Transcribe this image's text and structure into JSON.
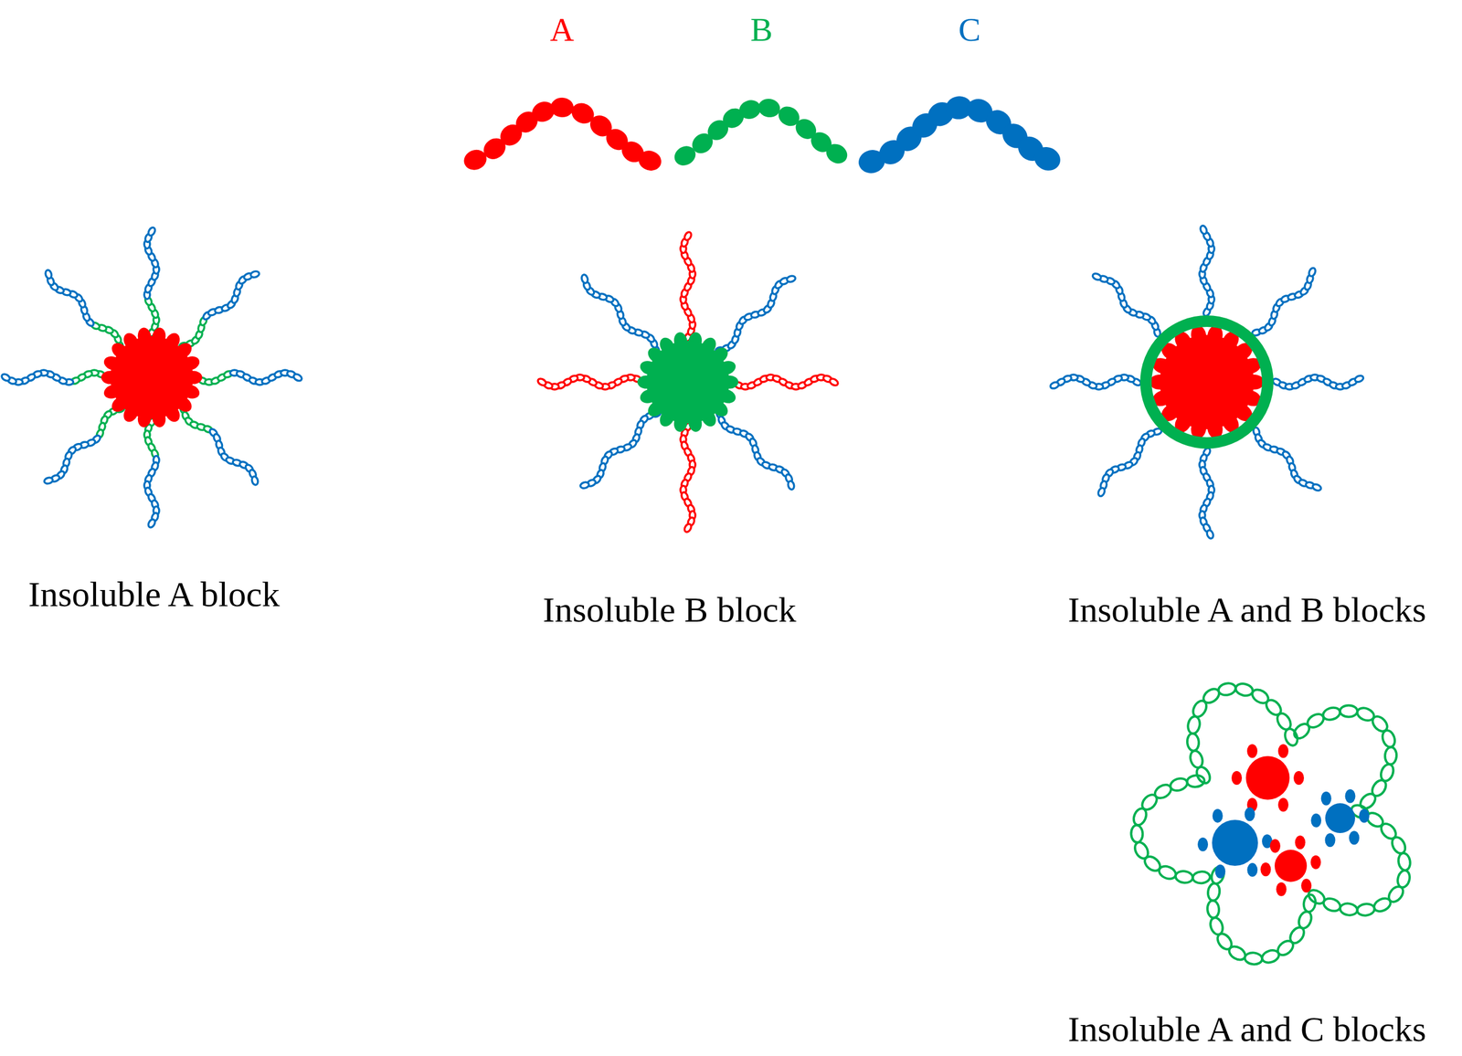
{
  "diagram": {
    "labels": [
      "A",
      "B",
      "C",
      "Insoluble A block",
      "Insoluble B block",
      "Insoluble A and B blocks",
      "Insoluble A and C blocks"
    ]
  }
}
